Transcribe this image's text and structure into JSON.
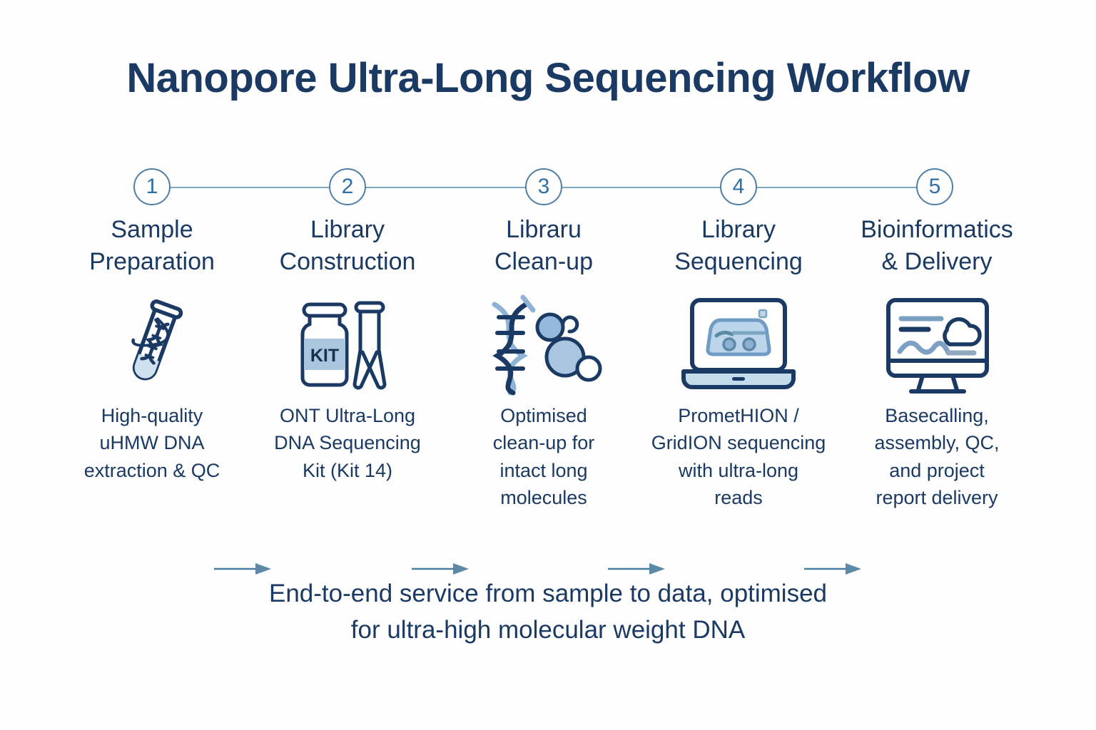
{
  "page": {
    "title": "Nanopore Ultra-Long Sequencing Workflow",
    "background_color": "#fefefe",
    "accent_dark": "#1b3a63",
    "accent_mid": "#2f6fa8",
    "accent_light": "#b9cfe4",
    "line_color": "#7ba6bd"
  },
  "steps": [
    {
      "number": "1",
      "title": "Sample\nPreparation",
      "description": "High-quality\nuHMW DNA\nextraction & QC",
      "icon": "test-tube-dna-icon"
    },
    {
      "number": "2",
      "title": "Library\nConstruction",
      "description": "ONT Ultra-Long\nDNA Sequencing\nKit (Kit 14)",
      "icon": "reagent-kit-bottle-icon",
      "icon_label": "KIT"
    },
    {
      "number": "3",
      "title": "Libraru\nClean-up",
      "description": "Optimised\nclean-up for\nintact long\nmolecules",
      "icon": "dna-beads-cleanup-icon"
    },
    {
      "number": "4",
      "title": "Library\nSequencing",
      "description": "PrometHION /\nGridION sequencing\nwith ultra-long\nreads",
      "icon": "sequencer-laptop-icon"
    },
    {
      "number": "5",
      "title": "Bioinformatics\n& Delivery",
      "description": "Basecalling,\nassembly, QC,\nand project\nreport delivery",
      "icon": "monitor-analysis-cloud-icon"
    }
  ],
  "arrows": [
    {
      "name": "arrow-step-1-to-2"
    },
    {
      "name": "arrow-step-2-to-3"
    },
    {
      "name": "arrow-step-3-to-4"
    },
    {
      "name": "arrow-step-4-to-5"
    }
  ],
  "footer": {
    "text": "End-to-end service from sample to data, optimised\nfor ultra-high molecular weight DNA"
  }
}
